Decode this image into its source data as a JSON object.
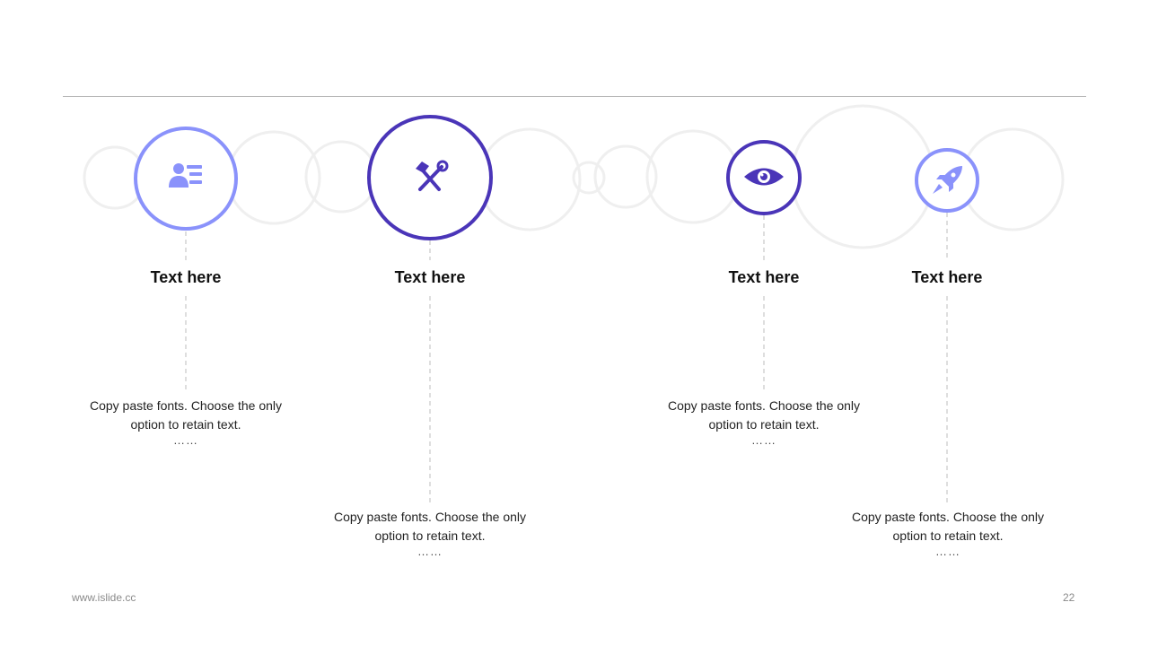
{
  "items": [
    {
      "title": "Text here",
      "desc": "Copy paste fonts. Choose the only option to retain text.",
      "dots": "……",
      "icon": "user-list-icon",
      "color": "#8a92fb"
    },
    {
      "title": "Text here",
      "desc": "Copy paste fonts. Choose the only option to retain text.",
      "dots": "……",
      "icon": "tools-icon",
      "color": "#4a35b8"
    },
    {
      "title": "Text here",
      "desc": "Copy paste fonts. Choose the only option to retain text.",
      "dots": "……",
      "icon": "eye-icon",
      "color": "#4a35b8"
    },
    {
      "title": "Text here",
      "desc": "Copy paste fonts. Choose the only option to retain text.",
      "dots": "……",
      "icon": "rocket-icon",
      "color": "#8a92fb"
    }
  ],
  "footer": {
    "website": "www.islide.cc",
    "page_number": "22"
  },
  "colors": {
    "accent_light": "#8a92fb",
    "accent_dark": "#4a35b8",
    "bubble": "#efefef",
    "connector": "#c8c8c8"
  }
}
